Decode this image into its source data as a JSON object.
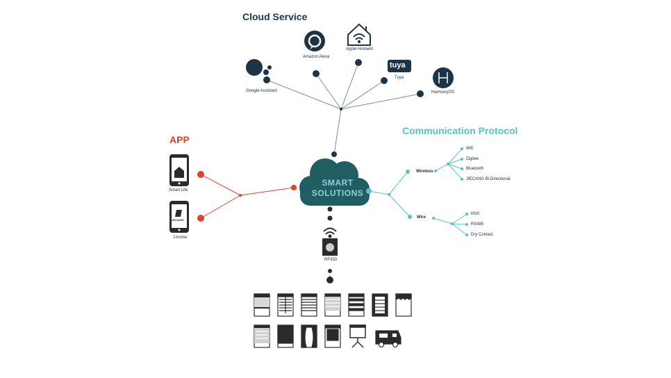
{
  "headings": {
    "cloud_service": "Cloud Service",
    "app": "APP",
    "communication_protocol": "Communication Protocol"
  },
  "center": {
    "line1": "SMART",
    "line2": "SOLUTIONS",
    "fill": "#1f5f63"
  },
  "cloud_services": [
    {
      "label": "Google Assistant",
      "icon": "google-assistant-icon"
    },
    {
      "label": "Amazon Alexa",
      "icon": "alexa-icon"
    },
    {
      "label": "Apple Homekit",
      "icon": "homekit-icon"
    },
    {
      "label": "Tuya",
      "icon": "tuya-icon",
      "logo_text": "tuya"
    },
    {
      "label": "HarmonyOS",
      "icon": "harmonyos-icon"
    }
  ],
  "apps": [
    {
      "label": "Smart Life",
      "icon": "smart-life-phone-icon"
    },
    {
      "label": "J-home",
      "icon": "j-home-phone-icon",
      "logo_text": "JIECANG"
    }
  ],
  "protocols": {
    "wireless": {
      "label": "Wireless",
      "items": [
        "Wifi",
        "Zigbee",
        "Bluetooth",
        "JIECANG Bi-Directional"
      ]
    },
    "wire": {
      "label": "Wire",
      "items": [
        "KNX",
        "RS485",
        "Dry Contact"
      ]
    }
  },
  "rf": {
    "label": "RF433",
    "icon": "rf-remote-icon"
  },
  "devices_row1": [
    "roller-blind-icon",
    "venetian-blind-icon",
    "shutter-icon",
    "vertical-blind-icon",
    "zebra-blind-icon",
    "film-blind-icon",
    "awning-icon"
  ],
  "devices_row2": [
    "roller-shade-icon",
    "blackout-shade-icon",
    "curtain-icon",
    "screen-icon",
    "projector-screen-icon",
    "rv-icon"
  ],
  "colors": {
    "navy": "#1d3346",
    "red": "#e0402c",
    "teal": "#5bbfc7",
    "dark": "#2b2b2b",
    "cloud": "#1f5f63"
  }
}
